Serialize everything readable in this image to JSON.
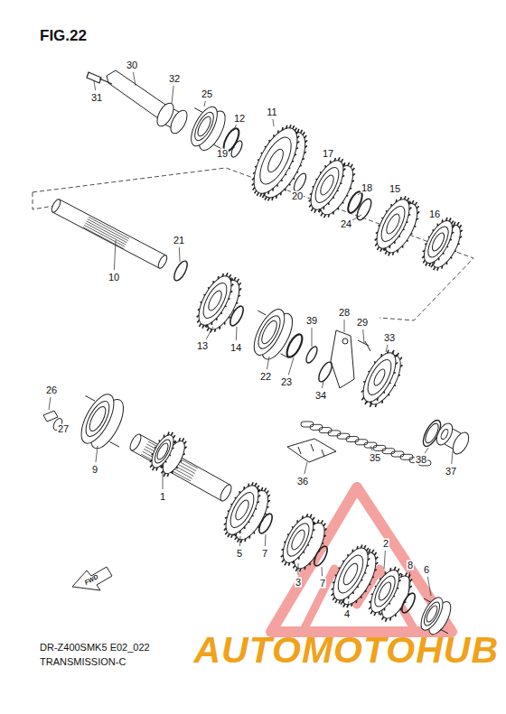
{
  "diagram": {
    "title": "FIG.22",
    "labels": [
      "30",
      "31",
      "32",
      "25",
      "12",
      "19",
      "11",
      "17",
      "20",
      "18",
      "24",
      "15",
      "16",
      "10",
      "21",
      "13",
      "14",
      "22",
      "23",
      "39",
      "28",
      "29",
      "33",
      "34",
      "26",
      "27",
      "9",
      "1",
      "35",
      "36",
      "38",
      "37",
      "5",
      "7",
      "3",
      "7",
      "2",
      "8",
      "4",
      "6",
      "FWD",
      "DR-Z400SMK5 E02_022",
      "TRANSMISSION-C",
      "AUTOMOTOHUB"
    ]
  }
}
